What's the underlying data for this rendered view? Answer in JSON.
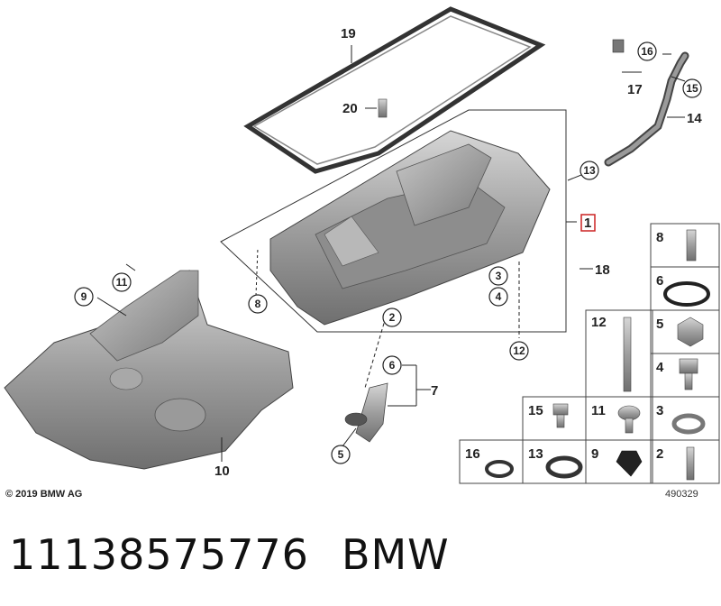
{
  "diagram": {
    "copyright": "© 2019 BMW AG",
    "drawing_number": "490329",
    "callouts": {
      "c1": "1",
      "c2": "2",
      "c3": "3",
      "c4": "4",
      "c5": "5",
      "c6": "6",
      "c7": "7",
      "c8": "8",
      "c9": "9",
      "c10": "10",
      "c11": "11",
      "c12": "12",
      "c13": "13",
      "c14": "14",
      "c15": "15",
      "c16": "16",
      "c17": "17",
      "c18": "18",
      "c19": "19",
      "c20": "20"
    },
    "grid": [
      "8",
      "6",
      "12",
      "5",
      "4",
      "3",
      "15",
      "11",
      "16",
      "13",
      "9",
      "2"
    ]
  },
  "caption": {
    "part_number": "11138575776",
    "brand": "BMW"
  }
}
